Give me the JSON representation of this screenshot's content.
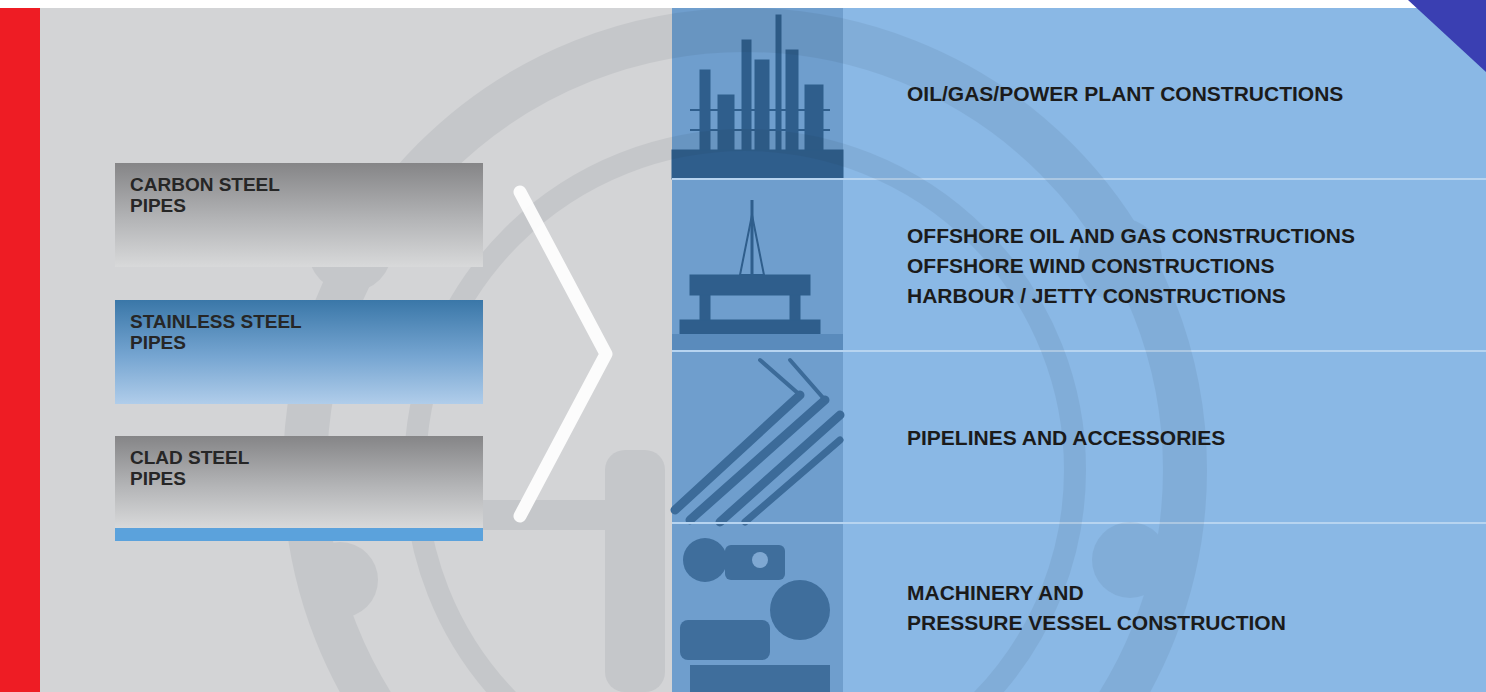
{
  "diagram": {
    "nodes": [
      {
        "text": [
          "CARBON STEEL PIPES"
        ]
      },
      {
        "text": [
          "STAINLESS STEEL PIPES"
        ]
      },
      {
        "text": [
          "CLAD STEEL PIPES"
        ]
      },
      {
        "text": [
          "OIL/GAS/POWER PLANT CONSTRUCTIONS"
        ]
      },
      {
        "text": [
          "OFFSHORE OIL AND GAS CONSTRUCTIONS",
          "OFFSHORE WIND CONSTRUCTIONS",
          "HARBOUR / JETTY CONSTRUCTIONS"
        ]
      },
      {
        "text": [
          "PIPELINES AND ACCESSORIES"
        ]
      },
      {
        "text": [
          "MACHINERY AND PRESSURE VESSEL CONSTRUCTION"
        ]
      }
    ]
  }
}
